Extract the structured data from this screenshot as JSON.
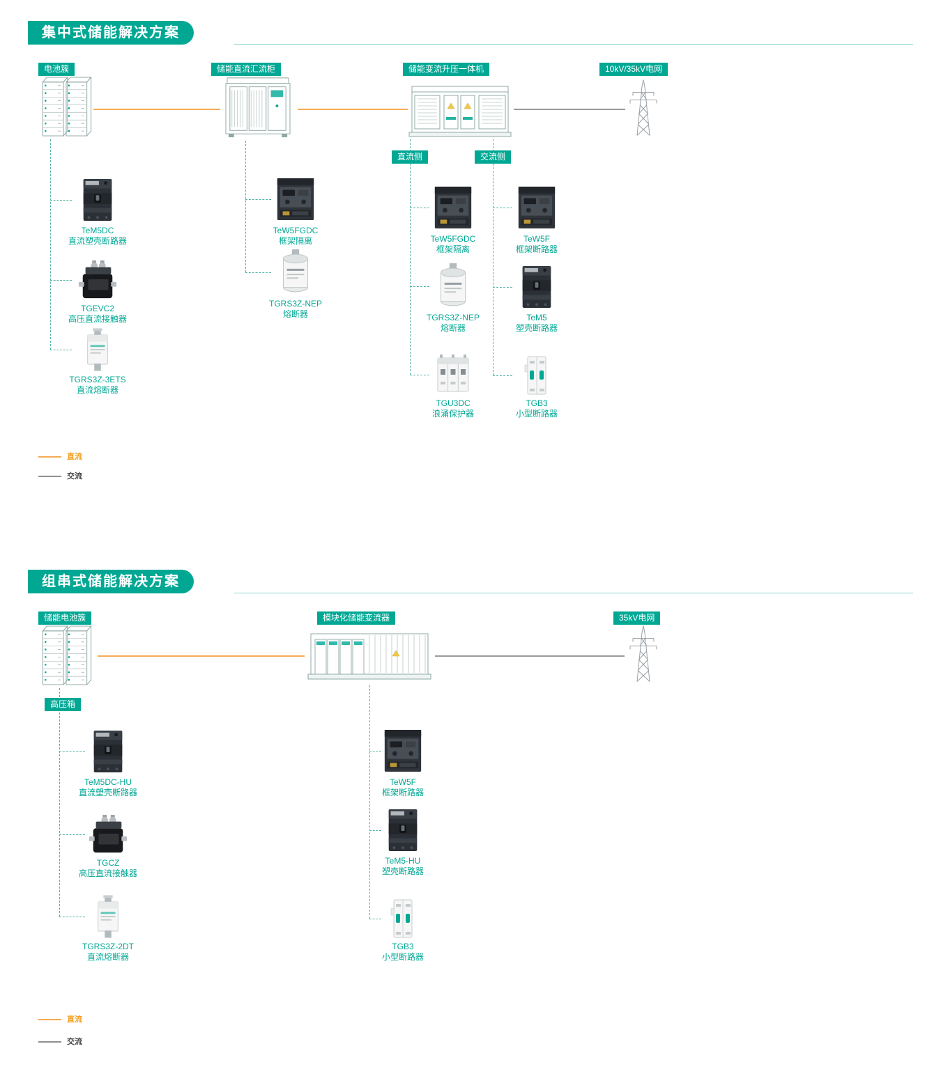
{
  "colors": {
    "accent": "#00A894",
    "dc_line": "#F5AB55",
    "ac_line": "#9B9B9B",
    "dc_text": "#F5A020"
  },
  "s1": {
    "title": "集中式储能解决方案",
    "equipment": {
      "battery": "电池簇",
      "combiner": "储能直流汇流柜",
      "converter": "储能变流升压一体机",
      "grid": "10kV/35kV电网"
    },
    "branches": {
      "dc": "直流侧",
      "ac": "交流侧"
    },
    "battery_components": [
      {
        "model": "TeM5DC",
        "desc": "直流塑壳断路器"
      },
      {
        "model": "TGEVC2",
        "desc": "高压直流接触器"
      },
      {
        "model": "TGRS3Z-3ETS",
        "desc": "直流熔断器"
      }
    ],
    "combiner_components": [
      {
        "model": "TeW5FGDC",
        "desc": "框架隔离"
      },
      {
        "model": "TGRS3Z-NEP",
        "desc": "熔断器"
      }
    ],
    "dc_components": [
      {
        "model": "TeW5FGDC",
        "desc": "框架隔离"
      },
      {
        "model": "TGRS3Z-NEP",
        "desc": "熔断器"
      },
      {
        "model": "TGU3DC",
        "desc": "浪涌保护器"
      }
    ],
    "ac_components": [
      {
        "model": "TeW5F",
        "desc": "框架断路器"
      },
      {
        "model": "TeM5",
        "desc": "塑壳断路器"
      },
      {
        "model": "TGB3",
        "desc": "小型断路器"
      }
    ],
    "legend": {
      "dc": "直流",
      "ac": "交流"
    }
  },
  "s2": {
    "title": "组串式储能解决方案",
    "equipment": {
      "battery": "储能电池簇",
      "converter": "模块化储能变流器",
      "grid": "35kV电网"
    },
    "hv_box": "高压箱",
    "battery_components": [
      {
        "model": "TeM5DC-HU",
        "desc": "直流塑壳断路器"
      },
      {
        "model": "TGCZ",
        "desc": "高压直流接触器"
      },
      {
        "model": "TGRS3Z-2DT",
        "desc": "直流熔断器"
      }
    ],
    "converter_components": [
      {
        "model": "TeW5F",
        "desc": "框架断路器"
      },
      {
        "model": "TeM5-HU",
        "desc": "塑壳断路器"
      },
      {
        "model": "TGB3",
        "desc": "小型断路器"
      }
    ],
    "legend": {
      "dc": "直流",
      "ac": "交流"
    }
  }
}
